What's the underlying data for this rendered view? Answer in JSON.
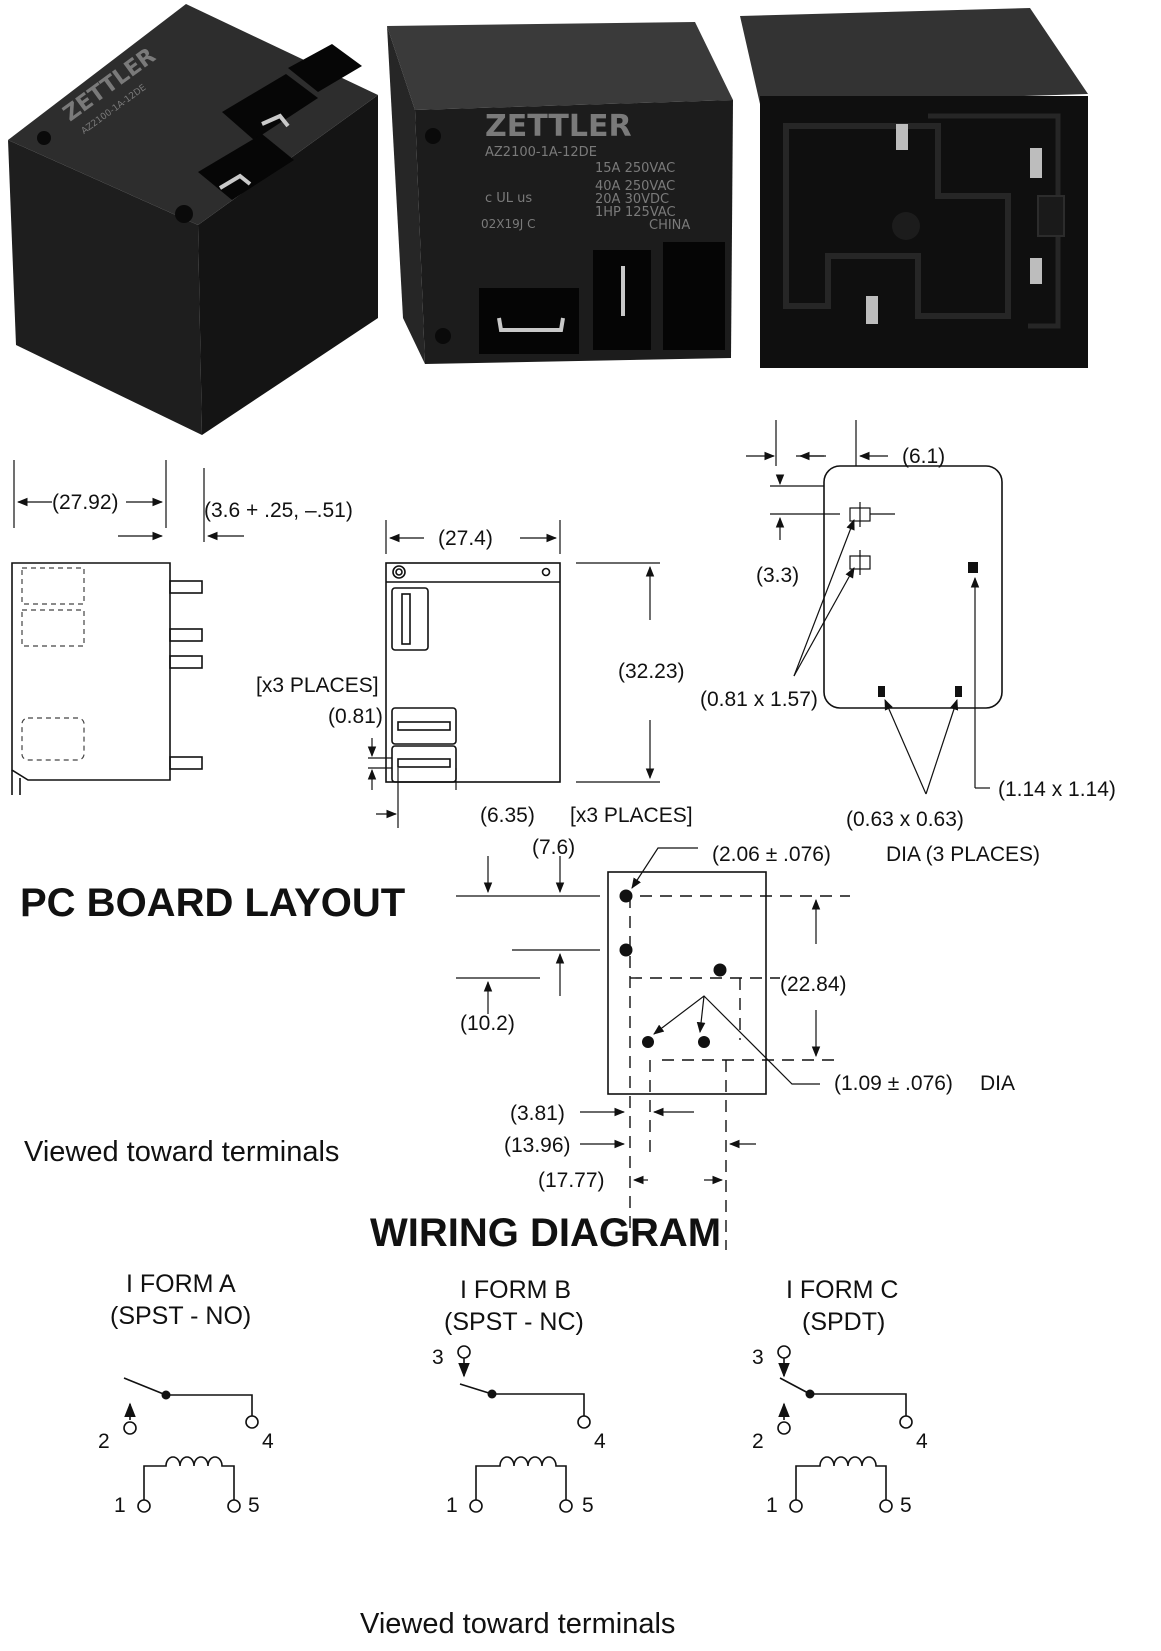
{
  "photos": {
    "relay_front": {
      "brand": "ZETTLER",
      "lines": [
        "AZ2100-1A-12DE",
        "15A 250VAC",
        "40A 250VAC",
        "20A 30VDC",
        "1HP 125VAC",
        "CHINA"
      ],
      "code": "02X19J C",
      "cert": "c UL us"
    }
  },
  "side_view": {
    "width_label": "(27.92)",
    "terminal_label": "(3.6 + .25, –.51)"
  },
  "top_view": {
    "width_label": "(27.4)",
    "height_label": "(32.23)",
    "places_label_1": "[x3 PLACES]",
    "thickness_label": "(0.81)",
    "pitch_label": "(6.35)",
    "places_label_2": "[x3 PLACES]"
  },
  "bottom_view": {
    "offset_label": "(6.1)",
    "gap_label": "(3.3)",
    "pin_label_1": "(0.81 x 1.57)",
    "pin_label_2": "(0.63 x 0.63)",
    "pin_label_3": "(1.14 x 1.14)"
  },
  "pcb_layout": {
    "title": "PC BOARD LAYOUT",
    "caption": "Viewed toward terminals",
    "dim_top": "(7.6)",
    "hole_large": "(2.06 ± .076)",
    "hole_large_note": "DIA (3 PLACES)",
    "dim_height": "(22.84)",
    "dim_left": "(10.2)",
    "hole_small": "(1.09 ± .076)",
    "hole_small_note": "DIA",
    "dim_b1": "(3.81)",
    "dim_b2": "(13.96)",
    "dim_b3": "(17.77)"
  },
  "wiring": {
    "title": "WIRING DIAGRAM",
    "caption": "Viewed toward terminals",
    "forms": [
      {
        "name": "I FORM A",
        "type": "(SPST - NO)",
        "pins": [
          "2",
          "4",
          "1",
          "5"
        ]
      },
      {
        "name": "I FORM B",
        "type": "(SPST - NC)",
        "pins": [
          "3",
          "4",
          "1",
          "5"
        ]
      },
      {
        "name": "I FORM C",
        "type": "(SPDT)",
        "pins": [
          "3",
          "2",
          "4",
          "1",
          "5"
        ]
      }
    ]
  }
}
